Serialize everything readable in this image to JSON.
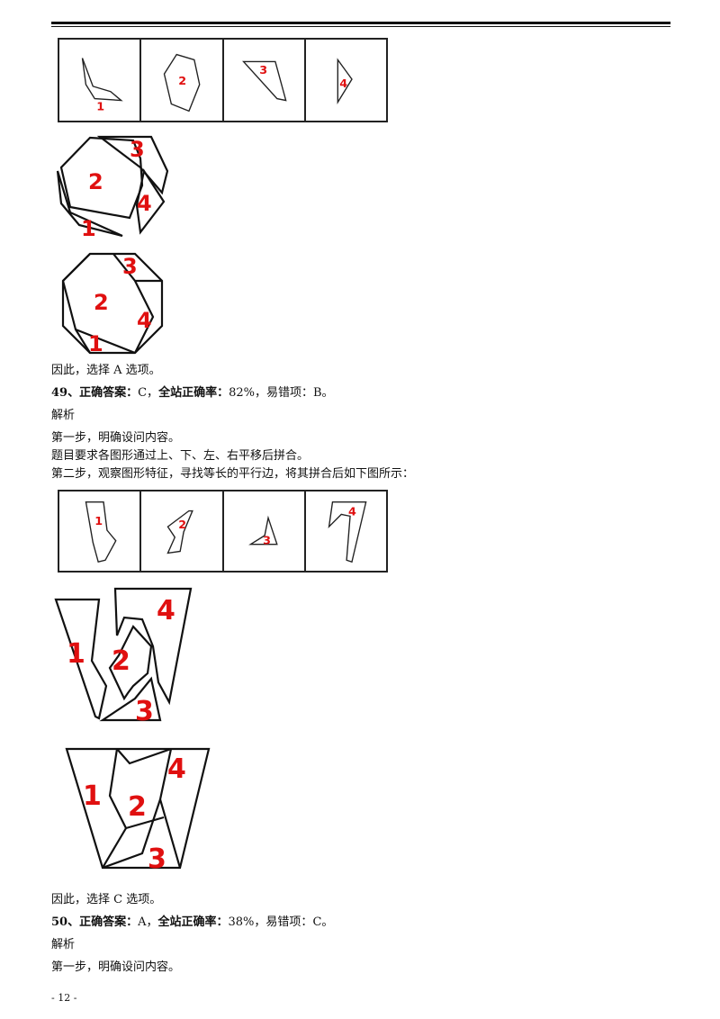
{
  "q48": {
    "panel_labels": [
      "1",
      "2",
      "3",
      "4"
    ],
    "fig_a_labels": [
      "1",
      "2",
      "3",
      "4"
    ],
    "fig_b_labels": [
      "1",
      "2",
      "3",
      "4"
    ],
    "conclusion": "因此，选择 A 选项。"
  },
  "q49": {
    "num": "49、",
    "answer_label": "正确答案：",
    "answer": "C，",
    "rate_label": "全站正确率：",
    "rate": "82%，",
    "wrong_label": "易错项：",
    "wrong": "B。",
    "analysis": "解析",
    "step1": "第一步，明确设问内容。",
    "task": "题目要求各图形通过上、下、左、右平移后拼合。",
    "step2": "第二步，观察图形特征，寻找等长的平行边，将其拼合后如下图所示：",
    "panel_labels": [
      "1",
      "2",
      "3",
      "4"
    ],
    "fig_a_labels": [
      "1",
      "2",
      "3",
      "4"
    ],
    "fig_b_labels": [
      "1",
      "2",
      "3",
      "4"
    ],
    "conclusion": "因此，选择 C 选项。"
  },
  "q50": {
    "num": "50、",
    "answer_label": "正确答案：",
    "answer": "A，",
    "rate_label": "全站正确率：",
    "rate": "38%，",
    "wrong_label": "易错项：",
    "wrong": "C。",
    "analysis": "解析",
    "step1": "第一步，明确设问内容。"
  },
  "page_number": "- 12 -"
}
